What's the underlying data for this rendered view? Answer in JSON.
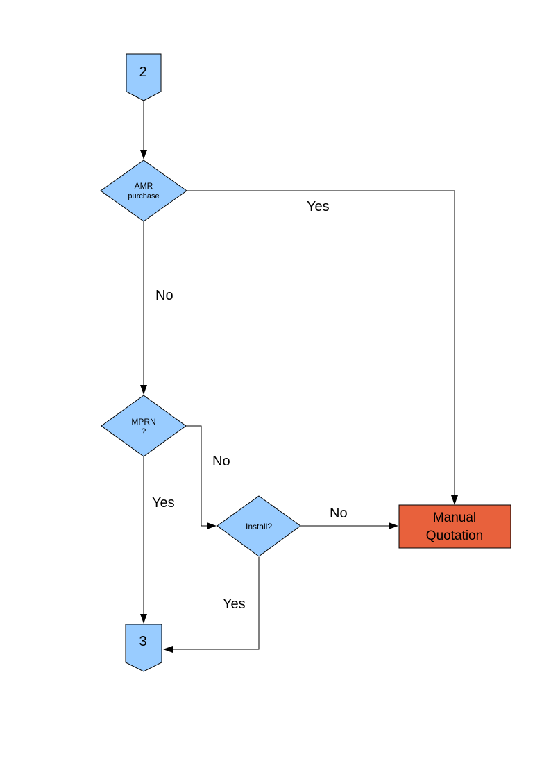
{
  "flowchart": {
    "nodes": {
      "connector2": {
        "label": "2"
      },
      "amr": {
        "line1": "AMR",
        "line2": "purchase"
      },
      "mprn": {
        "line1": "MPRN",
        "line2": "?"
      },
      "install": {
        "label": "Install?"
      },
      "manual_quotation": {
        "line1": "Manual",
        "line2": "Quotation"
      },
      "connector3": {
        "label": "3"
      }
    },
    "edge_labels": {
      "amr_yes": "Yes",
      "amr_no": "No",
      "mprn_no": "No",
      "mprn_yes": "Yes",
      "install_no": "No",
      "install_yes": "Yes"
    },
    "colors": {
      "node_fill": "#99CCFF",
      "alert_fill": "#E8613C",
      "line": "#000000"
    }
  }
}
